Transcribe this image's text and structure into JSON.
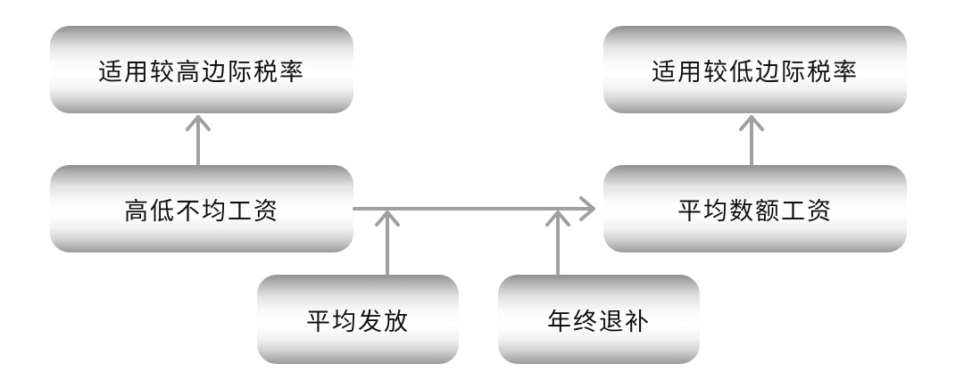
{
  "boxes": {
    "higher_marginal_rate": "适用较高边际税率",
    "lower_marginal_rate": "适用较低边际税率",
    "uneven_wages": "高低不均工资",
    "average_amount_wages": "平均数额工资",
    "equal_payment": "平均发放",
    "year_end_refund": "年终退补"
  },
  "colors": {
    "arrow": "#a0a0a0",
    "text": "#111111"
  }
}
